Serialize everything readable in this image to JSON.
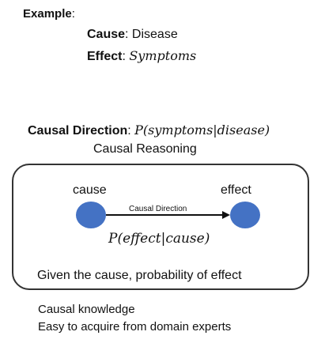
{
  "example": {
    "title": "Example",
    "colon": ":",
    "cause_label": "Cause",
    "cause_value": ": Disease",
    "effect_label": "Effect",
    "effect_value_prefix": ": ",
    "effect_value": "Symptoms"
  },
  "causal_direction": {
    "label": "Causal Direction",
    "formula_prefix": ": ",
    "formula": "P(symptoms|disease)",
    "subtitle": "Causal Reasoning"
  },
  "diagram": {
    "cause_node_label": "cause",
    "effect_node_label": "effect",
    "edge_label": "Causal Direction",
    "probability": "P(effect|cause)",
    "caption": "Given the cause, probability of effect",
    "node_color": "#4472c4"
  },
  "notes": [
    "Causal knowledge",
    "Easy to acquire from domain experts"
  ]
}
